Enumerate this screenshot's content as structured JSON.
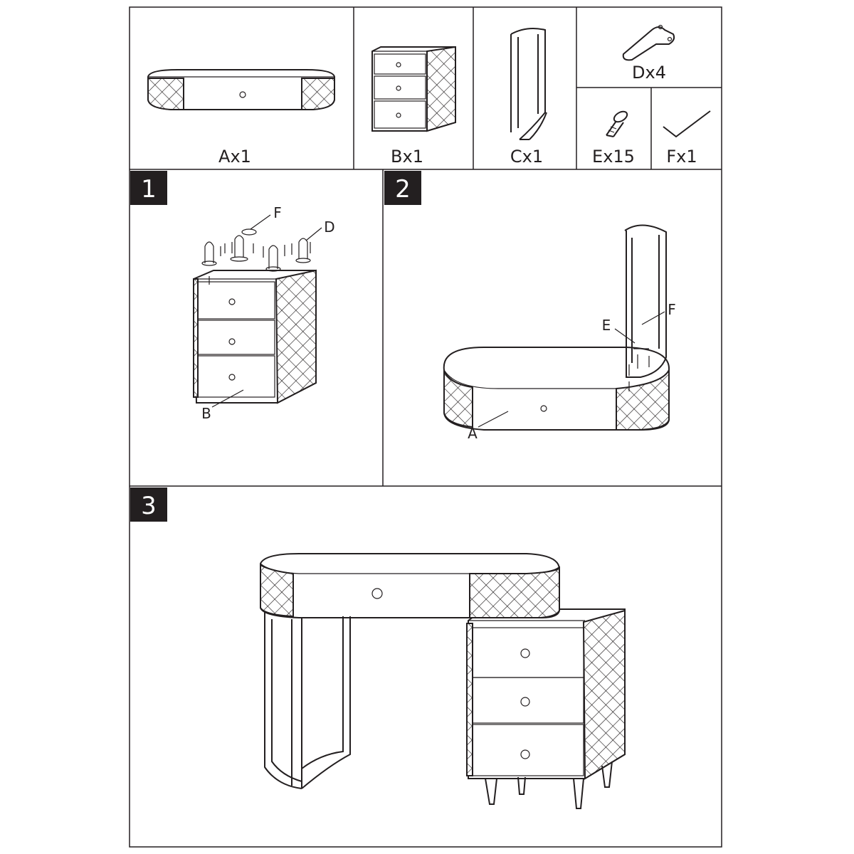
{
  "parts": [
    {
      "id": "A",
      "label": "Ax1"
    },
    {
      "id": "B",
      "label": "Bx1"
    },
    {
      "id": "C",
      "label": "Cx1"
    },
    {
      "id": "D",
      "label": "Dx4"
    },
    {
      "id": "E",
      "label": "Ex15"
    },
    {
      "id": "F",
      "label": "Fx1"
    }
  ],
  "steps": [
    {
      "number": "1",
      "callouts": {
        "f": "F",
        "d": "D",
        "b": "B"
      }
    },
    {
      "number": "2",
      "callouts": {
        "e": "E",
        "f": "F",
        "a": "A"
      }
    },
    {
      "number": "3"
    }
  ]
}
